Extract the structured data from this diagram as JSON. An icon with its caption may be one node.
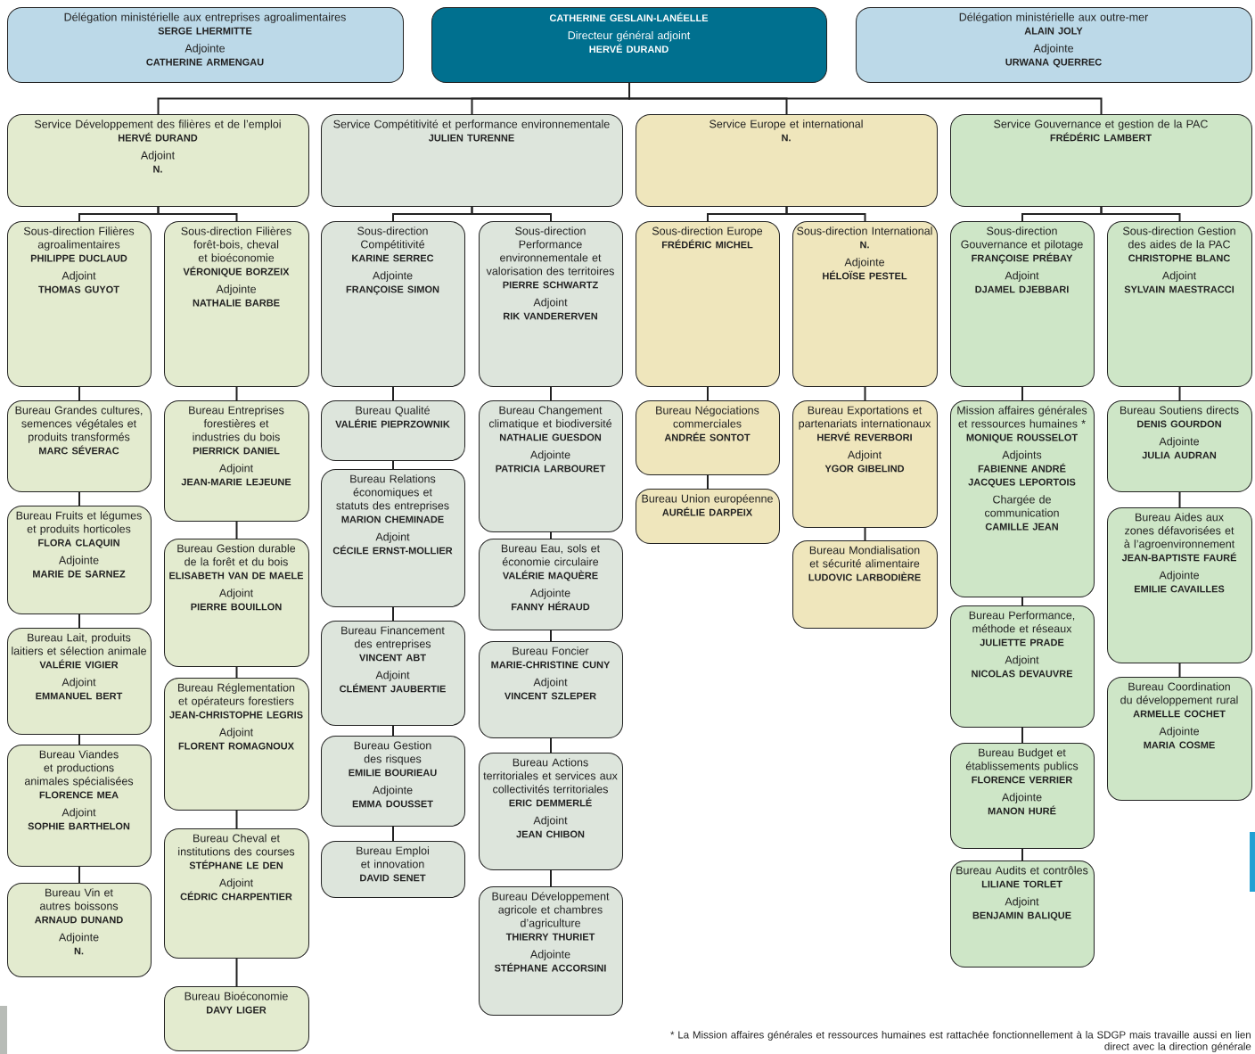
{
  "diagram": {
    "nodes": [
      {
        "text": [
          "Délégation ministérielle aux entreprises agroalimentaires",
          "SERGE LHERMITTE",
          "Adjointe",
          "CATHERINE ARMENGAU"
        ]
      },
      {
        "text": [
          "CATHERINE GESLAIN-LANÉELLE",
          "Directeur général adjoint",
          "HERVÉ DURAND"
        ]
      },
      {
        "text": [
          "Délégation ministérielle aux outre-mer",
          "ALAIN JOLY",
          "Adjointe",
          "URWANA QUERREC"
        ]
      },
      {
        "text": [
          "Service Développement des filières et de l’emploi",
          "HERVÉ DURAND",
          "Adjoint",
          "N."
        ]
      },
      {
        "text": [
          "Service Compétitivité et performance environnementale",
          "JULIEN TURENNE"
        ]
      },
      {
        "text": [
          "Service Europe et international",
          "N."
        ]
      },
      {
        "text": [
          "Service Gouvernance et gestion de la PAC",
          "FRÉDÉRIC LAMBERT"
        ]
      },
      {
        "text": [
          "Sous-direction Filières agroalimentaires",
          "PHILIPPE DUCLAUD",
          "Adjoint",
          "THOMAS GUYOT"
        ]
      },
      {
        "text": [
          "Sous-direction Filières forêt-bois, cheval et bioéconomie",
          "VÉRONIQUE BORZEIX",
          "Adjointe",
          "NATHALIE BARBE"
        ]
      },
      {
        "text": [
          "Sous-direction Compétitivité",
          "KARINE SERREC",
          "Adjointe",
          "FRANÇOISE SIMON"
        ]
      },
      {
        "text": [
          "Sous-direction Performance environnementale et valorisation des territoires",
          "PIERRE SCHWARTZ",
          "Adjoint",
          "RIK VANDERERVEN"
        ]
      },
      {
        "text": [
          "Sous-direction Europe",
          "FRÉDÉRIC MICHEL"
        ]
      },
      {
        "text": [
          "Sous-direction International",
          "N.",
          "Adjointe",
          "HÉLOÏSE PESTEL"
        ]
      },
      {
        "text": [
          "Sous-direction Gouvernance et pilotage",
          "FRANÇOISE PRÉBAY",
          "Adjoint",
          "DJAMEL DJEBBARI"
        ]
      },
      {
        "text": [
          "Sous-direction Gestion des aides de la PAC",
          "CHRISTOPHE BLANC",
          "Adjoint",
          "SYLVAIN MAESTRACCI"
        ]
      },
      {
        "text": [
          "Bureau Grandes cultures, semences végétales et produits transformés",
          "MARC SÉVERAC"
        ]
      },
      {
        "text": [
          "Bureau Fruits et légumes et produits horticoles",
          "FLORA CLAQUIN",
          "Adjointe",
          "MARIE DE SARNEZ"
        ]
      },
      {
        "text": [
          "Bureau Lait, produits laitiers et sélection animale",
          "VALÉRIE VIGIER",
          "Adjoint",
          "EMMANUEL BERT"
        ]
      },
      {
        "text": [
          "Bureau Viandes et productions animales spécialisées",
          "FLORENCE MEA",
          "Adjoint",
          "SOPHIE BARTHELON"
        ]
      },
      {
        "text": [
          "Bureau Vin et autres boissons",
          "ARNAUD DUNAND",
          "Adjointe",
          "N."
        ]
      },
      {
        "text": [
          "Bureau Entreprises forestières et industries du bois",
          "PIERRICK DANIEL",
          "Adjoint",
          "JEAN-MARIE LEJEUNE"
        ]
      },
      {
        "text": [
          "Bureau Gestion durable de la forêt et du bois",
          "ELISABETH VAN DE MAELE",
          "Adjoint",
          "PIERRE BOUILLON"
        ]
      },
      {
        "text": [
          "Bureau Réglementation et opérateurs forestiers",
          "JEAN-CHRISTOPHE LEGRIS",
          "Adjoint",
          "FLORENT ROMAGNOUX"
        ]
      },
      {
        "text": [
          "Bureau Cheval et institutions des courses",
          "STÉPHANE LE DEN",
          "Adjoint",
          "CÉDRIC CHARPENTIER"
        ]
      },
      {
        "text": [
          "Bureau Bioéconomie",
          "DAVY LIGER"
        ]
      },
      {
        "text": [
          "Bureau Qualité",
          "VALÉRIE PIEPRZOWNIK"
        ]
      },
      {
        "text": [
          "Bureau Relations économiques et statuts des entreprises",
          "MARION CHEMINADE",
          "Adjoint",
          "CÉCILE ERNST-MOLLIER"
        ]
      },
      {
        "text": [
          "Bureau Financement des entreprises",
          "VINCENT ABT",
          "Adjoint",
          "CLÉMENT JAUBERTIE"
        ]
      },
      {
        "text": [
          "Bureau Gestion des risques",
          "EMILIE BOURIEAU",
          "Adjointe",
          "EMMA DOUSSET"
        ]
      },
      {
        "text": [
          "Bureau Emploi et innovation",
          "DAVID SENET"
        ]
      },
      {
        "text": [
          "Bureau Changement climatique et biodiversité",
          "NATHALIE GUESDON",
          "Adjointe",
          "PATRICIA LARBOURET"
        ]
      },
      {
        "text": [
          "Bureau Eau, sols et économie circulaire",
          "VALÉRIE MAQUÈRE",
          "Adjointe",
          "FANNY HÉRAUD"
        ]
      },
      {
        "text": [
          "Bureau Foncier",
          "MARIE-CHRISTINE CUNY",
          "Adjoint",
          "VINCENT SZLEPER"
        ]
      },
      {
        "text": [
          "Bureau Actions territoriales et services aux collectivités territoriales",
          "ERIC DEMMERLÉ",
          "Adjoint",
          "JEAN CHIBON"
        ]
      },
      {
        "text": [
          "Bureau Développement agricole et chambres d’agriculture",
          "THIERRY THURIET",
          "Adjointe",
          "STÉPHANE ACCORSINI"
        ]
      },
      {
        "text": [
          "Bureau Négociations commerciales",
          "ANDRÉE SONTOT"
        ]
      },
      {
        "text": [
          "Bureau Union européenne",
          "AURÉLIE DARPEIX"
        ]
      },
      {
        "text": [
          "Bureau Exportations et partenariats internationaux",
          "HERVÉ REVERBORI",
          "Adjoint",
          "YGOR GIBELIND"
        ]
      },
      {
        "text": [
          "Bureau Mondialisation et sécurité alimentaire",
          "LUDOVIC LARBODIÈRE"
        ]
      },
      {
        "text": [
          "Mission affaires générales et ressources humaines *",
          "MONIQUE ROUSSELOT",
          "Adjoints",
          "FABIENNE ANDRÉ",
          "JACQUES LEPORTOIS",
          "Chargée de communication",
          "CAMILLE JEAN"
        ]
      },
      {
        "text": [
          "Bureau Performance, méthode et réseaux",
          "JULIETTE PRADE",
          "Adjoint",
          "NICOLAS DEVAUVRE"
        ]
      },
      {
        "text": [
          "Bureau Budget et établissements publics",
          "FLORENCE VERRIER",
          "Adjointe",
          "MANON HURÉ"
        ]
      },
      {
        "text": [
          "Bureau Audits et contrôles",
          "LILIANE TORLET",
          "Adjoint",
          "BENJAMIN BALIQUE"
        ]
      },
      {
        "text": [
          "Bureau Soutiens directs",
          "DENIS GOURDON",
          "Adjointe",
          "JULIA AUDRAN"
        ]
      },
      {
        "text": [
          "Bureau Aides aux zones défavorisées et à l’agroenvironnement",
          "JEAN-BAPTISTE FAURÉ",
          "Adjointe",
          "EMILIE CAVAILLES"
        ]
      },
      {
        "text": [
          "Bureau Coordination du développement rural",
          "ARMELLE COCHET",
          "Adjointe",
          "MARIA COSME"
        ]
      }
    ],
    "edges": [
      {
        "from": 1,
        "to": 3,
        "arrow": "none"
      },
      {
        "from": 1,
        "to": 4,
        "arrow": "none"
      },
      {
        "from": 1,
        "to": 5,
        "arrow": "none"
      },
      {
        "from": 1,
        "to": 6,
        "arrow": "none"
      },
      {
        "from": 3,
        "to": 7,
        "arrow": "none"
      },
      {
        "from": 3,
        "to": 8,
        "arrow": "none"
      },
      {
        "from": 4,
        "to": 9,
        "arrow": "none"
      },
      {
        "from": 4,
        "to": 10,
        "arrow": "none"
      },
      {
        "from": 5,
        "to": 11,
        "arrow": "none"
      },
      {
        "from": 5,
        "to": 12,
        "arrow": "none"
      },
      {
        "from": 6,
        "to": 13,
        "arrow": "none"
      },
      {
        "from": 6,
        "to": 14,
        "arrow": "none"
      },
      {
        "from": 7,
        "to": 15,
        "arrow": "none"
      },
      {
        "from": 15,
        "to": 16,
        "arrow": "none"
      },
      {
        "from": 16,
        "to": 17,
        "arrow": "none"
      },
      {
        "from": 17,
        "to": 18,
        "arrow": "none"
      },
      {
        "from": 18,
        "to": 19,
        "arrow": "none"
      },
      {
        "from": 8,
        "to": 20,
        "arrow": "none"
      },
      {
        "from": 20,
        "to": 21,
        "arrow": "none"
      },
      {
        "from": 21,
        "to": 22,
        "arrow": "none"
      },
      {
        "from": 22,
        "to": 23,
        "arrow": "none"
      },
      {
        "from": 23,
        "to": 24,
        "arrow": "none"
      },
      {
        "from": 9,
        "to": 25,
        "arrow": "none"
      },
      {
        "from": 25,
        "to": 26,
        "arrow": "none"
      },
      {
        "from": 26,
        "to": 27,
        "arrow": "none"
      },
      {
        "from": 27,
        "to": 28,
        "arrow": "none"
      },
      {
        "from": 28,
        "to": 29,
        "arrow": "none"
      },
      {
        "from": 10,
        "to": 30,
        "arrow": "none"
      },
      {
        "from": 30,
        "to": 31,
        "arrow": "none"
      },
      {
        "from": 31,
        "to": 32,
        "arrow": "none"
      },
      {
        "from": 32,
        "to": 33,
        "arrow": "none"
      },
      {
        "from": 33,
        "to": 34,
        "arrow": "none"
      },
      {
        "from": 11,
        "to": 35,
        "arrow": "none"
      },
      {
        "from": 35,
        "to": 36,
        "arrow": "none"
      },
      {
        "from": 12,
        "to": 37,
        "arrow": "none"
      },
      {
        "from": 37,
        "to": 38,
        "arrow": "none"
      },
      {
        "from": 13,
        "to": 39,
        "arrow": "none"
      },
      {
        "from": 39,
        "to": 40,
        "arrow": "none"
      },
      {
        "from": 40,
        "to": 41,
        "arrow": "none"
      },
      {
        "from": 41,
        "to": 42,
        "arrow": "none"
      },
      {
        "from": 14,
        "to": 43,
        "arrow": "none"
      },
      {
        "from": 43,
        "to": 44,
        "arrow": "none"
      },
      {
        "from": 44,
        "to": 45,
        "arrow": "none"
      }
    ],
    "labels": [
      "* La Mission affaires générales et ressources humaines est rattachée fonctionnellement à la SDGP mais travaille aussi en lien direct avec la direction générale"
    ]
  }
}
